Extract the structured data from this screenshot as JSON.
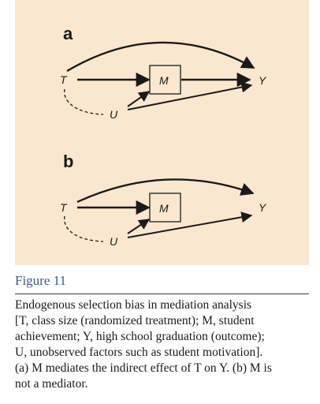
{
  "panels": [
    {
      "letter": "a",
      "nodes": {
        "T": "T",
        "M": "M",
        "Y": "Y",
        "U": "U"
      }
    },
    {
      "letter": "b",
      "nodes": {
        "T": "T",
        "M": "M",
        "Y": "Y",
        "U": "U"
      }
    }
  ],
  "figure": {
    "title": "Figure 11",
    "caption_lines": [
      "Endogenous selection bias in mediation analysis",
      "[T, class size (randomized treatment); M, student",
      "achievement; Y, high school graduation (outcome);",
      "U, unobserved factors such as student motivation].",
      "(a) M mediates the indirect effect of T on Y. (b) M is",
      "not a mediator."
    ]
  },
  "colors": {
    "panel_bg": "#fbe7cf",
    "title": "#3a5a8c",
    "ink": "#1a1a1a"
  }
}
